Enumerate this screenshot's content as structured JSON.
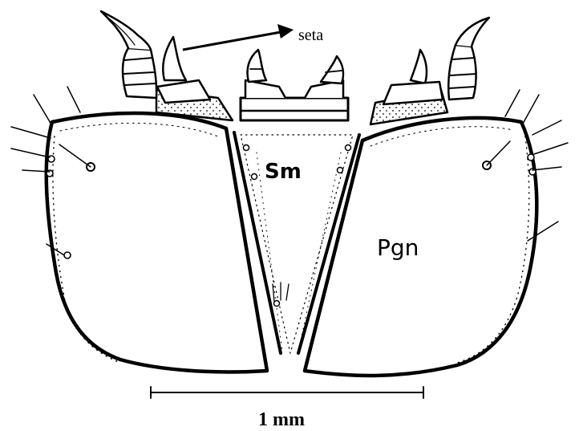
{
  "labels": {
    "seta": "seta",
    "sm": "Sm",
    "pgn": "Pgn",
    "scale": "1 mm"
  },
  "colors": {
    "ink": "#000000",
    "paper": "#ffffff"
  }
}
